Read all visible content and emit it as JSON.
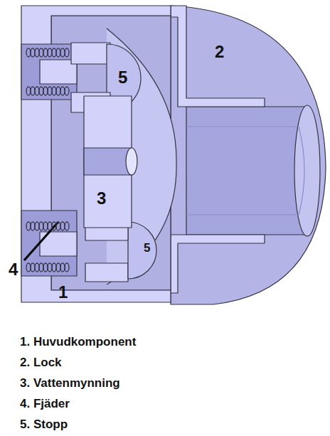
{
  "diagram": {
    "labels": [
      "2",
      "5",
      "3",
      "5",
      "4",
      "1",
      "1. Huvudkomponent",
      "2. Lock",
      "3. Vattenmynning",
      "4. Fjäder",
      "5. Stopp"
    ]
  }
}
